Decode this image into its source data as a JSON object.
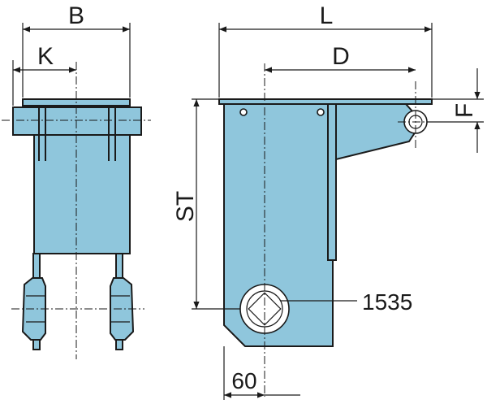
{
  "labels": {
    "b": "B",
    "k": "K",
    "l": "L",
    "d": "D",
    "f": "F",
    "st": "ST",
    "part_number": "1535",
    "sixty": "60"
  },
  "colors": {
    "steel": "#8fc6dc",
    "line": "#1a1a1a",
    "background": "#ffffff"
  }
}
